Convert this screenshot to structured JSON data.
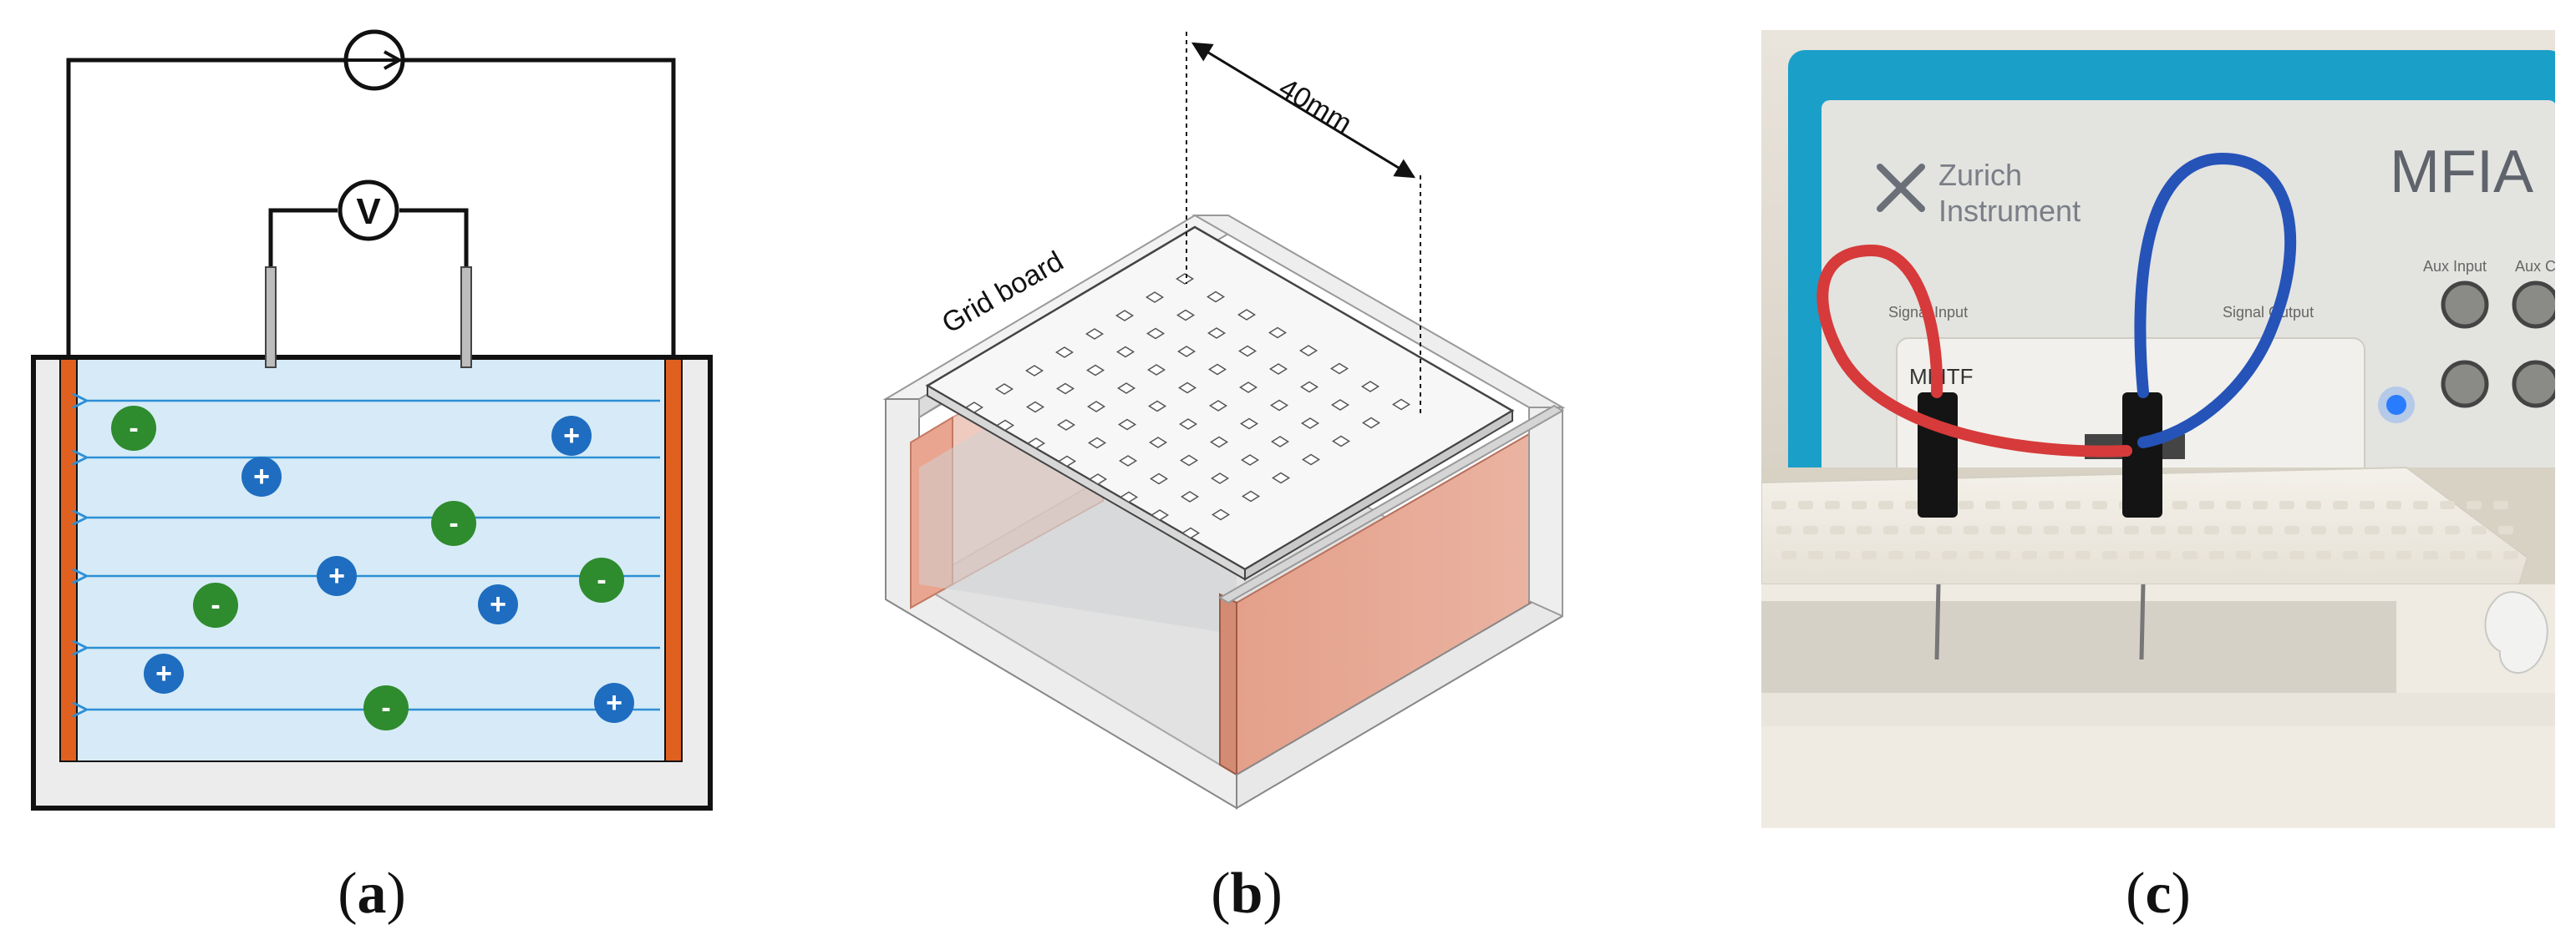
{
  "panels": [
    {
      "id": "a",
      "caption_open": "(",
      "caption_letter": "a",
      "caption_close": ")"
    },
    {
      "id": "b",
      "caption_open": "(",
      "caption_letter": "b",
      "caption_close": ")"
    },
    {
      "id": "c",
      "caption_open": "(",
      "caption_letter": "c",
      "caption_close": ")"
    }
  ],
  "panel_a": {
    "voltmeter_symbol": "V",
    "ion_signs": {
      "positive": "+",
      "negative": "-"
    },
    "colors": {
      "electrode": "#e0601f",
      "electrolyte": "#d6ebf7",
      "field_line": "#2d8fd6",
      "positive_ion": "#1f6dc0",
      "negative_ion": "#2e8b2e",
      "container": "#ececec"
    }
  },
  "panel_b": {
    "grid_board_label": "Grid board",
    "dimension_label": "40mm",
    "colors": {
      "electrode_plate": "#e9a58f",
      "tank": "#efefef",
      "board": "#f7f7f7"
    }
  },
  "panel_c": {
    "brand_line1": "Zurich",
    "brand_line2": "Instrument",
    "model": "MFIA",
    "signal_input": "Signal Input",
    "signal_output": "Signal Output",
    "aux_input": "Aux Input",
    "aux_output": "Aux C",
    "module": "MFITF",
    "colors": {
      "instrument_frame": "#1aa0c8",
      "red_wire": "#d63a3a",
      "blue_wire": "#2553b8"
    }
  }
}
